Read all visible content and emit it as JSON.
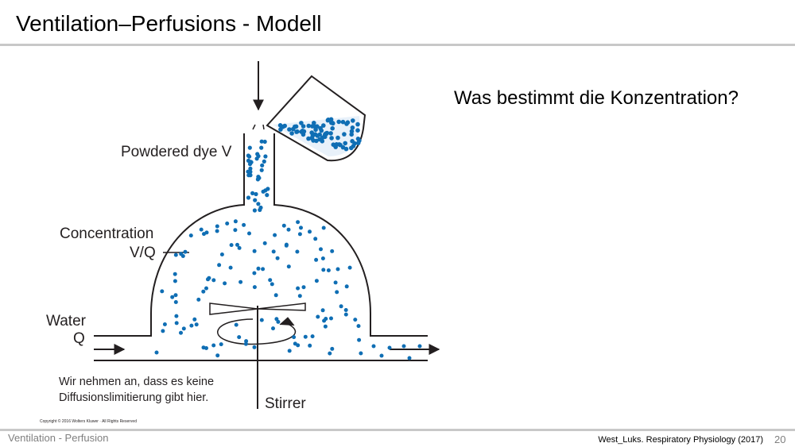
{
  "slide": {
    "title": "Ventilation–Perfusions - Modell",
    "question": "Was bestimmt die Konzentration?",
    "footer_left": "Ventilation - Perfusion",
    "footer_source": "West_Luks. Respiratory Physiology (2017)",
    "page_number": "20"
  },
  "diagram": {
    "labels": {
      "dye": "Powdered dye V",
      "concentration": "Concentration",
      "vq": "V/Q",
      "water": "Water",
      "q": "Q",
      "stirrer": "Stirrer"
    },
    "note_line1": "Wir nehmen an, dass es keine",
    "note_line2": "Diffusionslimitierung gibt hier.",
    "copyright": "Copyright © 2016 Wolters Kluwer · All Rights Reserved",
    "dot_color": "#0f6eb4",
    "line_color": "#231f20"
  }
}
